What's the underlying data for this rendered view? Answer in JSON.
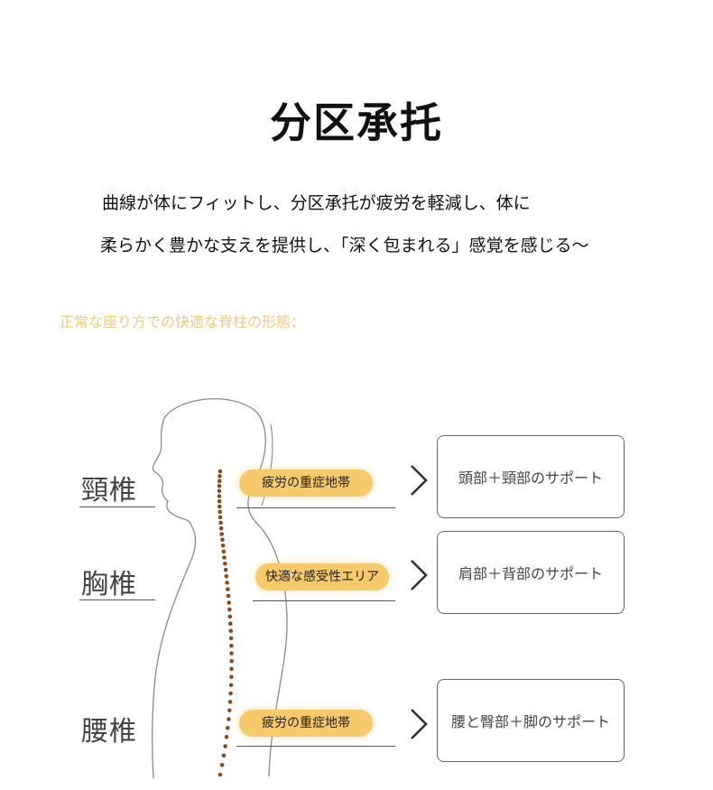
{
  "header": {
    "title": "分区承托",
    "description_lines": [
      "曲線が体にフィットし、分区承托が疲労を軽減し、体に",
      "柔らかく豊かな支えを提供し、「深く包まれる」感覚を感じる〜"
    ]
  },
  "subheading": "正常な座り方での快適な脊柱の形態：",
  "colors": {
    "pill": "#f6c96b",
    "subheading": "#f0c97a",
    "spine_dots": "#8b4a1e"
  },
  "regions": [
    {
      "label": "頸椎",
      "tag": "疲労の重症地帯",
      "support": "頭部＋頸部のサポート"
    },
    {
      "label": "胸椎",
      "tag": "快適な感受性エリア",
      "support": "肩部＋背部のサポート"
    },
    {
      "label": "腰椎",
      "tag": "疲労の重症地帯",
      "support": "腰と臀部＋脚のサポート"
    }
  ]
}
